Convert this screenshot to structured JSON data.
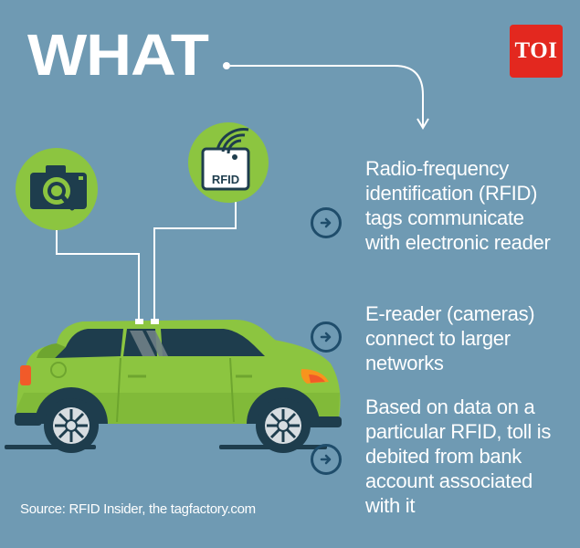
{
  "headline": "WHAT",
  "logo_text": "TOI",
  "rfid_tag_text": "RFID",
  "points": [
    {
      "text": "Radio-frequency identification (RFID) tags communicate with electronic reader",
      "icon": "arrow-right-circle-icon"
    },
    {
      "text": "E-reader (cameras) connect to larger networks",
      "icon": "arrow-right-circle-icon"
    },
    {
      "text": "Based on data on a particular RFID, toll is debited from bank account associated with it",
      "icon": "arrow-right-circle-icon"
    }
  ],
  "source": "Source: RFID Insider, the tagfactory.com",
  "colors": {
    "background": "#6f9ab3",
    "car_body": "#8cc540",
    "car_dark": "#6ea52f",
    "circle_icon_bg": "#8cc540",
    "arrow_ring": "#1f4d6b",
    "logo_bg": "#e3281f"
  }
}
